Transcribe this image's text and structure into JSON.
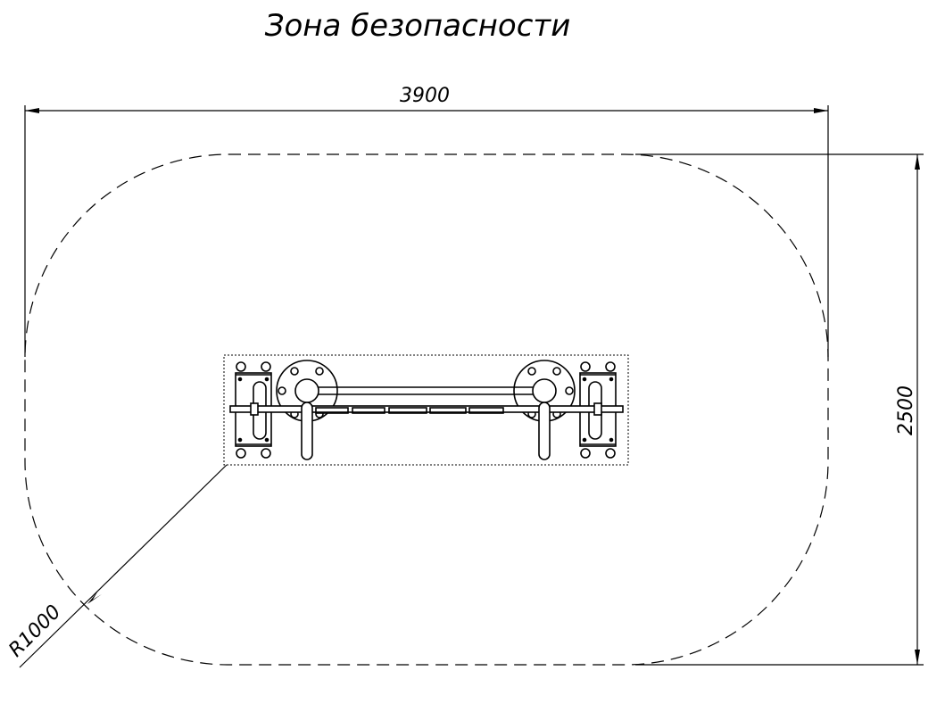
{
  "title": "Зона безопасности",
  "dimensions": {
    "width_label": "3900",
    "height_label": "2500",
    "radius_label": "R1000"
  },
  "colors": {
    "line": "#000000",
    "background": "#ffffff"
  },
  "drawing": {
    "type": "safety-zone-plan",
    "zone_shape": "rounded-rectangle-dashed",
    "equipment": "twin-post outdoor exercise frame (top view)"
  }
}
